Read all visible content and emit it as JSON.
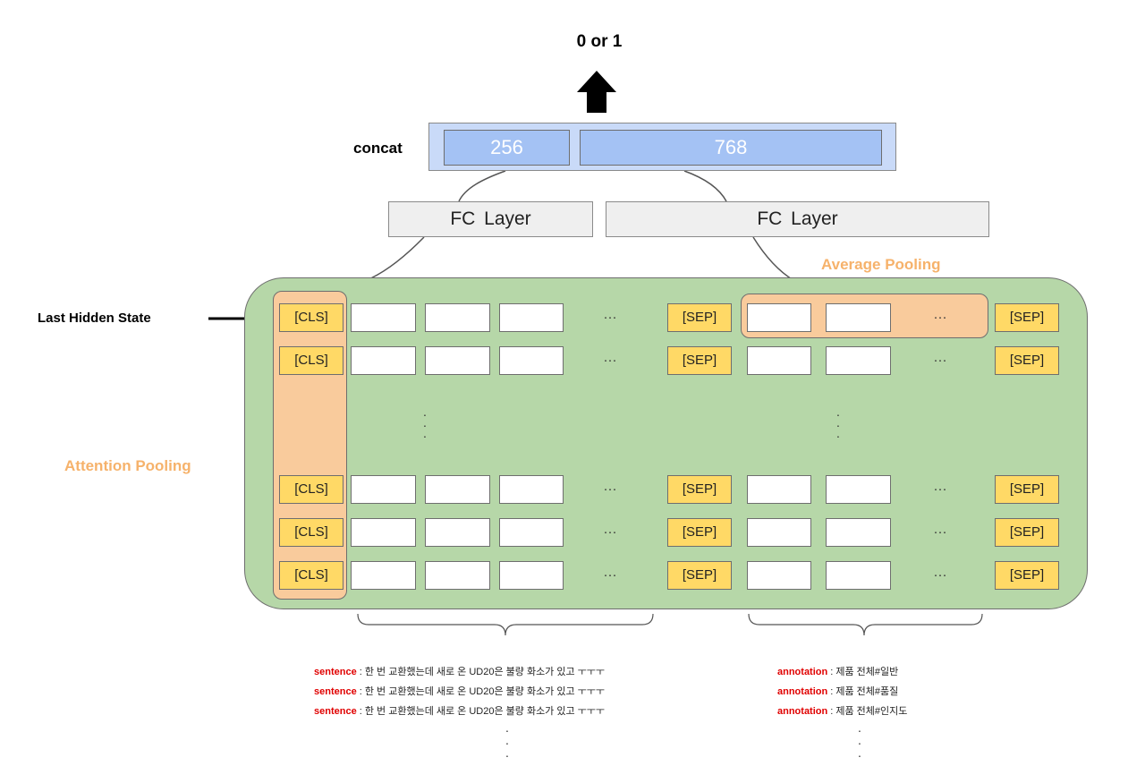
{
  "output": {
    "label": "0 or 1"
  },
  "concat": {
    "label": "concat",
    "cells": [
      "256",
      "768"
    ]
  },
  "fc_layers": [
    "FC  Layer",
    "FC  Layer"
  ],
  "labels": {
    "average_pooling": "Average Pooling",
    "attention_pooling": "Attention Pooling",
    "last_hidden_state": "Last Hidden State"
  },
  "tokens": {
    "cls": "[CLS]",
    "sep": "[SEP]",
    "ellipsis": "···",
    "vdot": "."
  },
  "captions": {
    "left_key": "sentence",
    "left_lines": [
      "한 번 교환했는데 새로 온 UD20은 불량 화소가 있고 ㅜㅜㅜ",
      "한 번 교환했는데 새로 온 UD20은 불량 화소가 있고 ㅜㅜㅜ",
      "한 번 교환했는데 새로 온 UD20은 불량 화소가 있고 ㅜㅜㅜ"
    ],
    "right_key": "annotation",
    "right_lines": [
      "제품 전체#일반",
      "제품 전체#품질",
      "제품 전체#인지도"
    ],
    "separator": " : "
  },
  "colors": {
    "panel_green": "#b6d7a8",
    "pooling_orange": "#f9cb9c",
    "label_orange": "#f6b26b",
    "token_yellow": "#ffd966",
    "concat_blue": "#a4c2f4",
    "caption_red": "#e00000"
  }
}
